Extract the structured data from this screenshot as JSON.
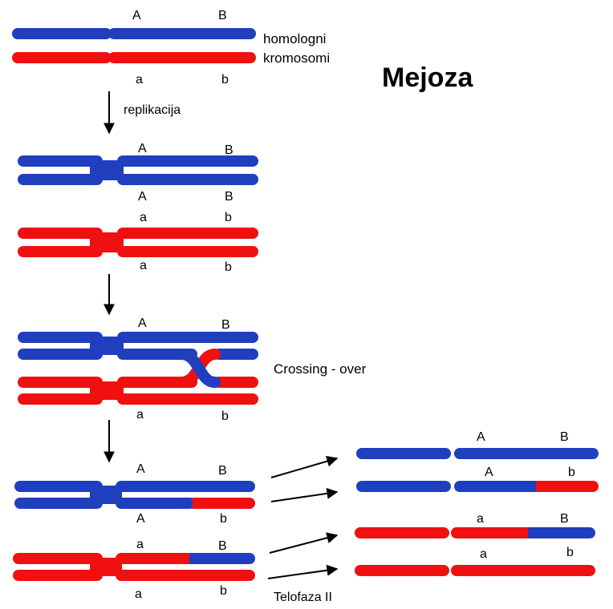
{
  "title": "Mejoza",
  "colors": {
    "maternal": "#1f3fbf",
    "paternal": "#f01010",
    "arrow": "#000000"
  },
  "labels": {
    "homologni": "homologni",
    "kromosomi": "kromosomi",
    "replikacija": "replikacija",
    "crossing": "Crossing - over",
    "telofaza": "Telofaza II"
  },
  "alleles": {
    "upper_a": "A",
    "upper_b": "B",
    "lower_a": "a",
    "lower_b": "b"
  }
}
